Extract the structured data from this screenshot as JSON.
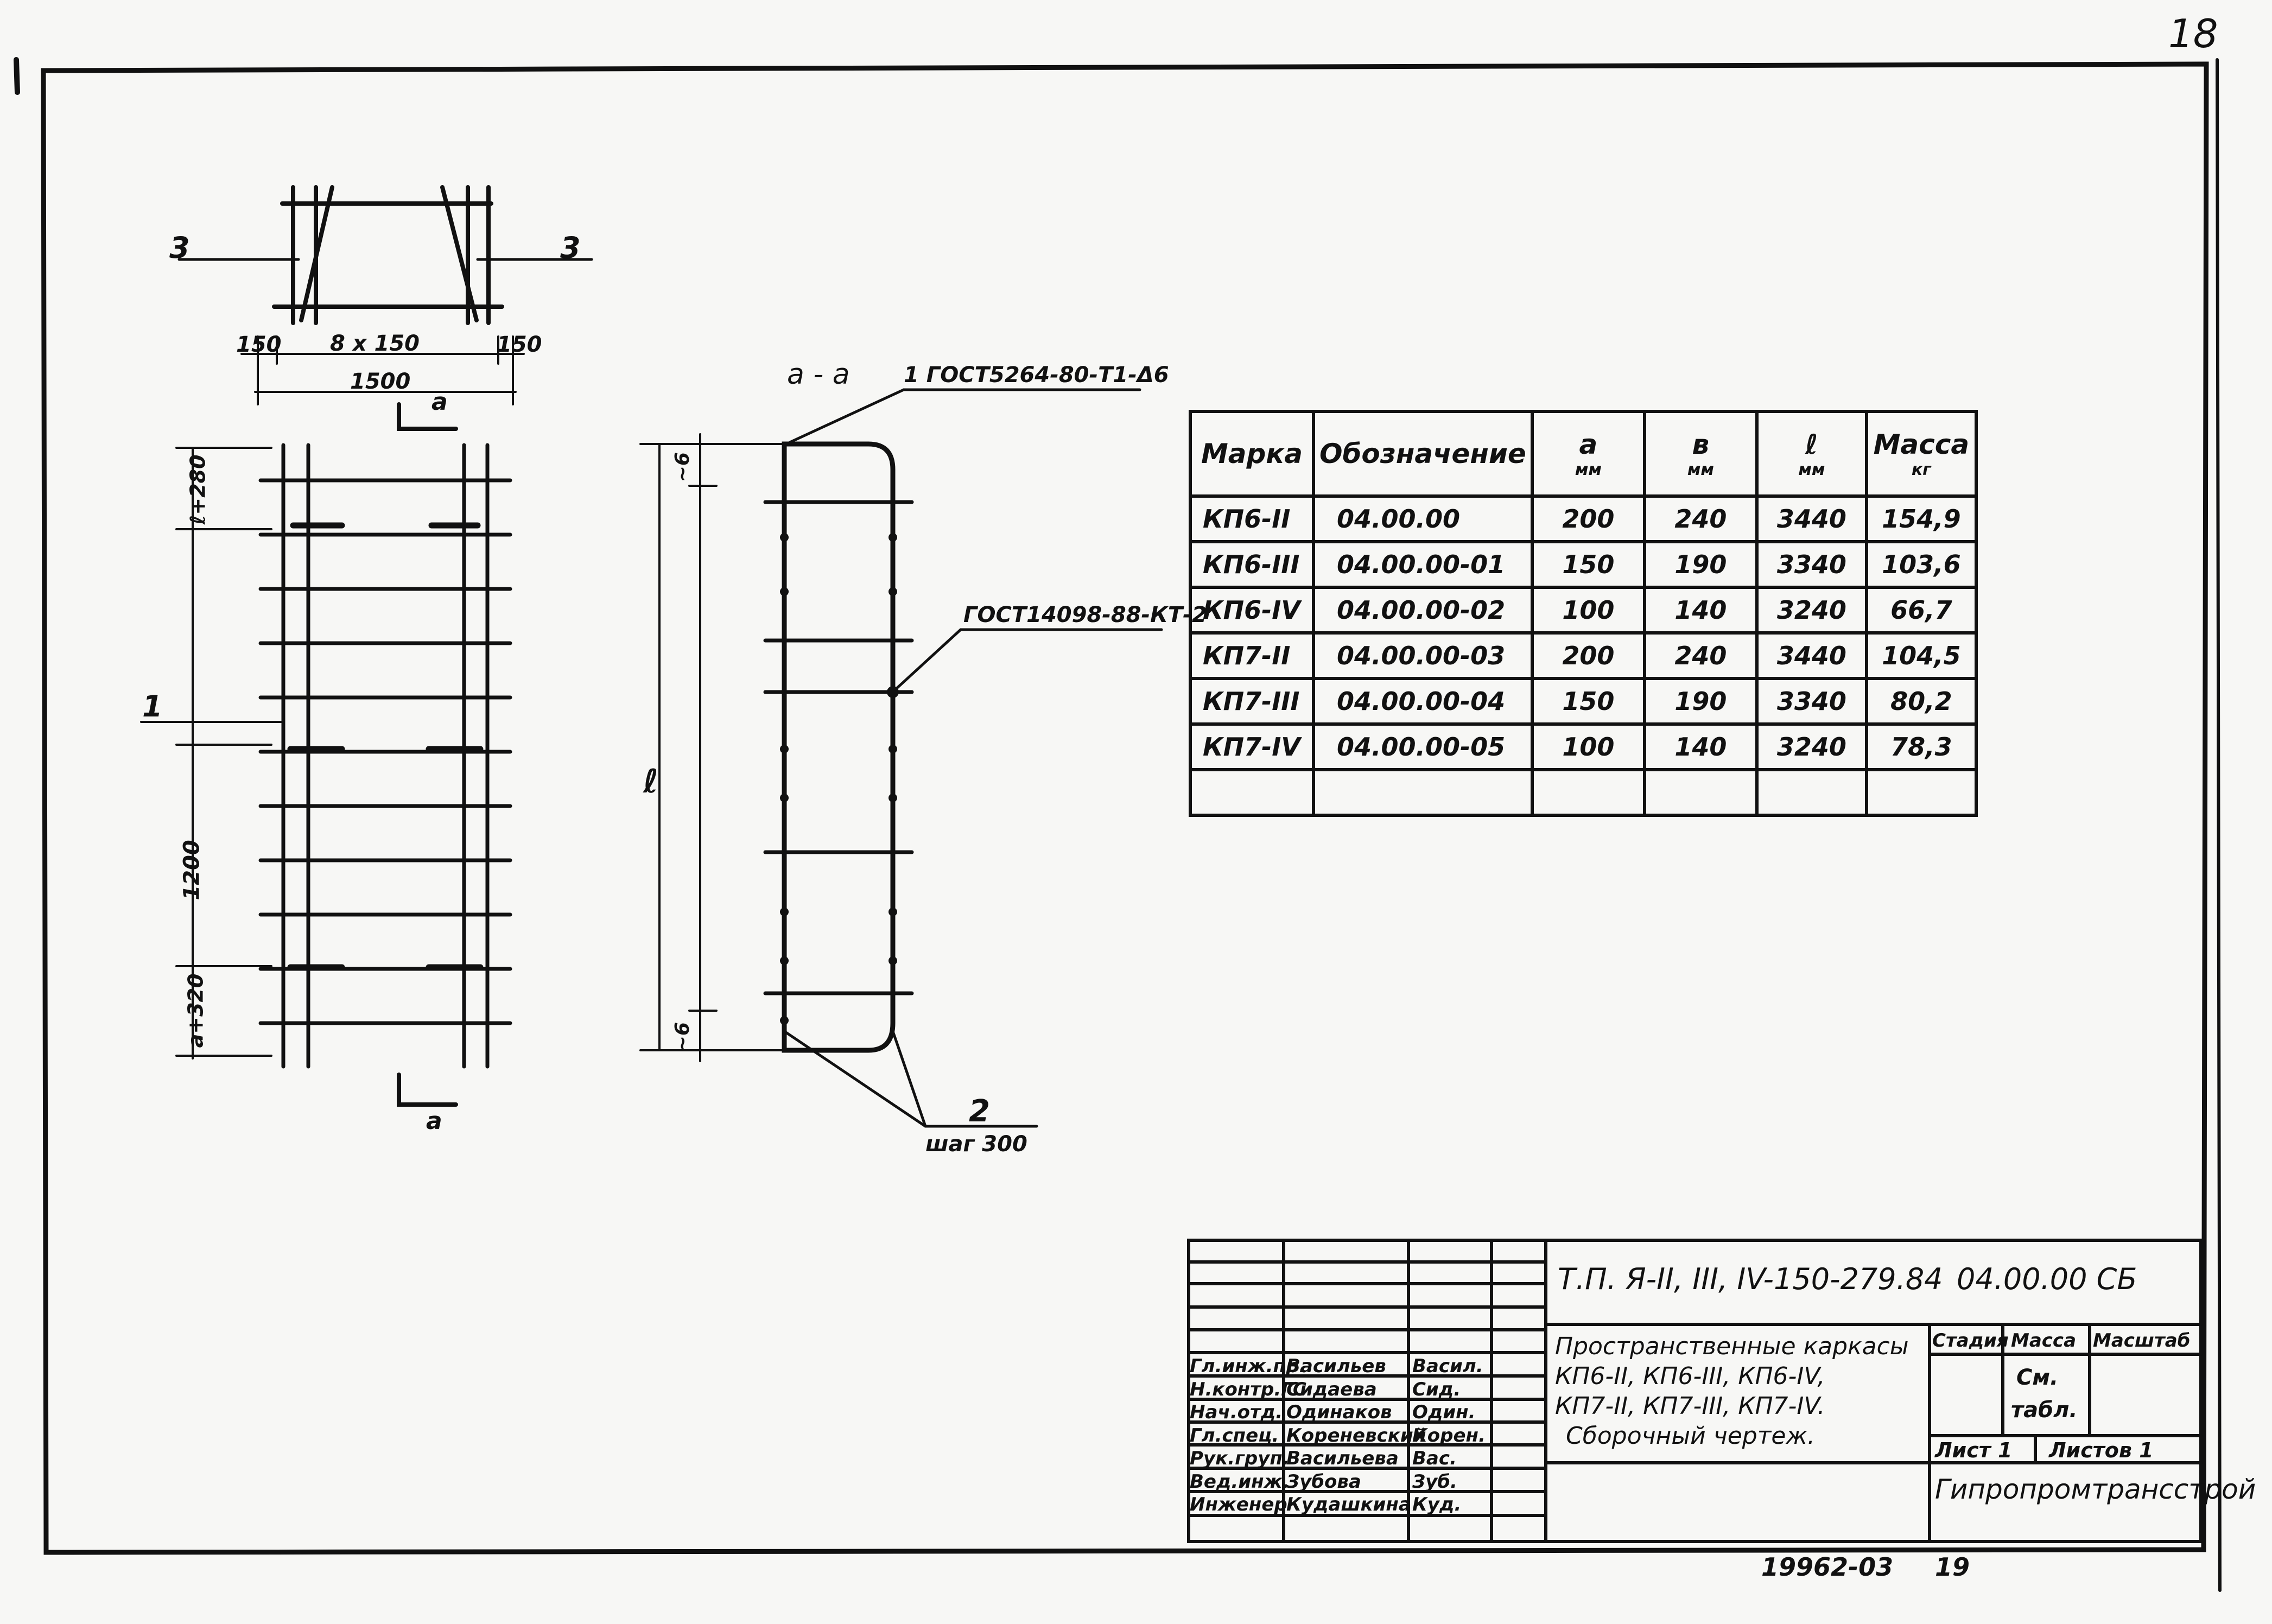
{
  "sheet_number_corner": "18",
  "plan": {
    "section_mark_left": "3",
    "section_mark_right": "3",
    "dim_left": "150",
    "dim_middle": "8 x 150",
    "dim_right": "150",
    "dim_total": "1500",
    "cut_mark_top": "a",
    "cut_mark_bottom": "a"
  },
  "elevation": {
    "dim_top": "ℓ+280",
    "dim_middle": "1200",
    "dim_bottom": "a+320",
    "item_mark": "1"
  },
  "section": {
    "title": "a - a",
    "callout_top": "1 ГОСТ5264-80-Т1-Δ6",
    "callout_side": "ГОСТ14098-88-КТ-2",
    "dim_length": "ℓ",
    "dim_top": "~6",
    "dim_bottom": "~6",
    "item_mark": "2",
    "step_label": "шаг 300"
  },
  "spec_table": {
    "headers": [
      {
        "label": "Марка",
        "unit": ""
      },
      {
        "label": "Обозначение",
        "unit": ""
      },
      {
        "label": "a",
        "unit": "мм"
      },
      {
        "label": "в",
        "unit": "мм"
      },
      {
        "label": "ℓ",
        "unit": "мм"
      },
      {
        "label": "Масса",
        "unit": "кг"
      }
    ],
    "rows": [
      [
        "КП6-II",
        "04.00.00",
        "200",
        "240",
        "3440",
        "154,9"
      ],
      [
        "КП6-III",
        "04.00.00-01",
        "150",
        "190",
        "3340",
        "103,6"
      ],
      [
        "КП6-IV",
        "04.00.00-02",
        "100",
        "140",
        "3240",
        "66,7"
      ],
      [
        "КП7-II",
        "04.00.00-03",
        "200",
        "240",
        "3440",
        "104,5"
      ],
      [
        "КП7-III",
        "04.00.00-04",
        "150",
        "190",
        "3340",
        "80,2"
      ],
      [
        "КП7-IV",
        "04.00.00-05",
        "100",
        "140",
        "3240",
        "78,3"
      ],
      [
        "",
        "",
        "",
        "",
        "",
        ""
      ]
    ]
  },
  "title_block": {
    "document_code": "Т.П. Я-II, III, IV-150-279.84",
    "drawing_code": "04.00.00 СБ",
    "title_line1": "Пространственные каркасы",
    "title_line2": "КП6-II, КП6-III, КП6-IV,",
    "title_line3": "КП7-II, КП7-III, КП7-IV.",
    "title_line4": "Сборочный чертеж.",
    "stage_label": "Стадия",
    "mass_label": "Масса",
    "scale_label": "Масштаб",
    "mass_value_line1": "См.",
    "mass_value_line2": "табл.",
    "sheet_label": "Лист 1",
    "sheets_label": "Листов 1",
    "organization": "Гипропромтрансстрой",
    "signatures": [
      {
        "role": "Гл.инж.пр.",
        "name": "Васильев",
        "sig": "Васил."
      },
      {
        "role": "Н.контр.ГС",
        "name": "Сидаева",
        "sig": "Сид."
      },
      {
        "role": "Нач.отд.",
        "name": "Одинаков",
        "sig": "Один."
      },
      {
        "role": "Гл.спец.",
        "name": "Кореневский",
        "sig": "Корен."
      },
      {
        "role": "Рук.груп.",
        "name": "Васильева",
        "sig": "Вас."
      },
      {
        "role": "Вед.инж.",
        "name": "Зубова",
        "sig": "Зуб."
      },
      {
        "role": "Инженер",
        "name": "Кудашкина",
        "sig": "Куд."
      }
    ]
  },
  "footer": {
    "archive_number": "19962-03",
    "page_number": "19"
  }
}
